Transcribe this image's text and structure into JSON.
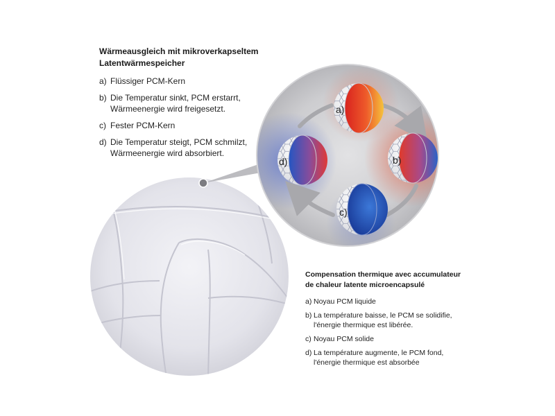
{
  "german": {
    "title_line1": "Wärmeausgleich mit mikroverkapseltem",
    "title_line2": "Latentwärmespeicher",
    "items": [
      {
        "letter": "a)",
        "line1": "Flüssiger PCM-Kern",
        "line2": ""
      },
      {
        "letter": "b)",
        "line1": "Die Temperatur sinkt, PCM erstarrt,",
        "line2": "Wärmeenergie wird freigesetzt."
      },
      {
        "letter": "c)",
        "line1": "Fester PCM-Kern",
        "line2": ""
      },
      {
        "letter": "d)",
        "line1": "Die Temperatur steigt, PCM schmilzt,",
        "line2": "Wärmeenergie wird absorbiert."
      }
    ]
  },
  "french": {
    "title_line1": "Compensation thermique avec accumulateur",
    "title_line2": "de chaleur latente microencapsulé",
    "items": [
      {
        "letter": "a)",
        "line1": "Noyau PCM liquide",
        "line2": ""
      },
      {
        "letter": "b)",
        "line1": "La température baisse, le PCM se solidifie,",
        "line2": "l'énergie thermique est libérée."
      },
      {
        "letter": "c)",
        "line1": "Noyau PCM solide",
        "line2": ""
      },
      {
        "letter": "d)",
        "line1": "La température augmente, le PCM  fond,",
        "line2": "l'énergie thermique est absorbée"
      }
    ]
  },
  "capsules": {
    "a": "a)",
    "b": "b)",
    "c": "c)",
    "d": "d)"
  },
  "colors": {
    "hot": "#e8402a",
    "warm": "#f2b13a",
    "cold": "#2a5fc0",
    "circle_bg": "#c9c9cb",
    "fabric": "#e6e6ec"
  }
}
